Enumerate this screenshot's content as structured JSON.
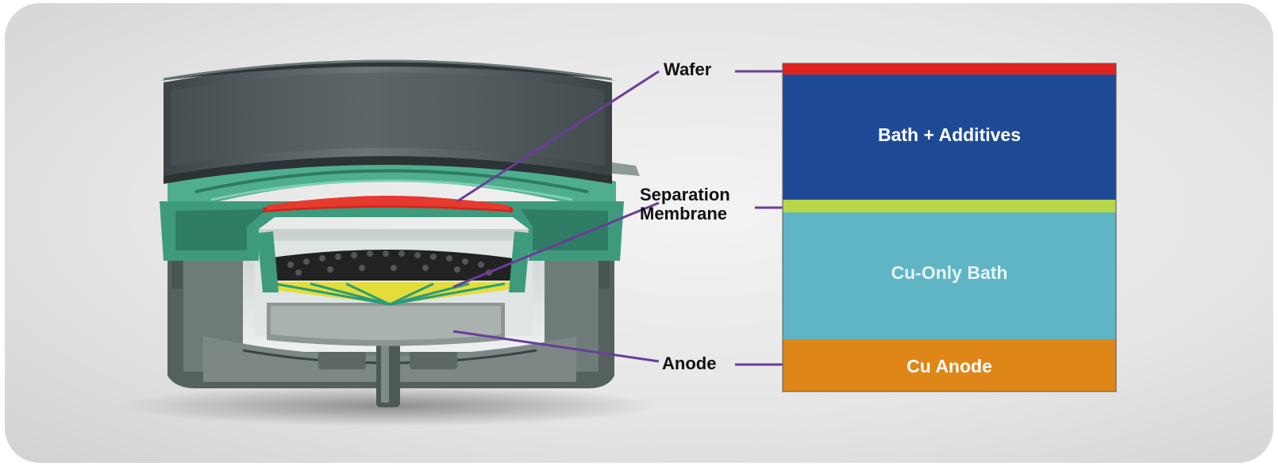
{
  "labels": {
    "wafer": "Wafer",
    "separation_line1": "Separation",
    "separation_line2": "Membrane",
    "anode": "Anode"
  },
  "layers": {
    "bath_additives": "Bath + Additives",
    "cu_only_bath": "Cu-Only Bath",
    "cu_anode": "Cu Anode"
  },
  "colors": {
    "wafer": "#e0211e",
    "bath_additives": "#1e4a95",
    "membrane": "#b8d64a",
    "cu_only_bath": "#5fb5c4",
    "cu_anode": "#de8618",
    "leader_line": "#6a3d9a",
    "chamber_green": "#3f9a7e",
    "chamber_gray": "#5e6a6c"
  },
  "icons": [
    "electroplating-chamber-cutaway"
  ]
}
